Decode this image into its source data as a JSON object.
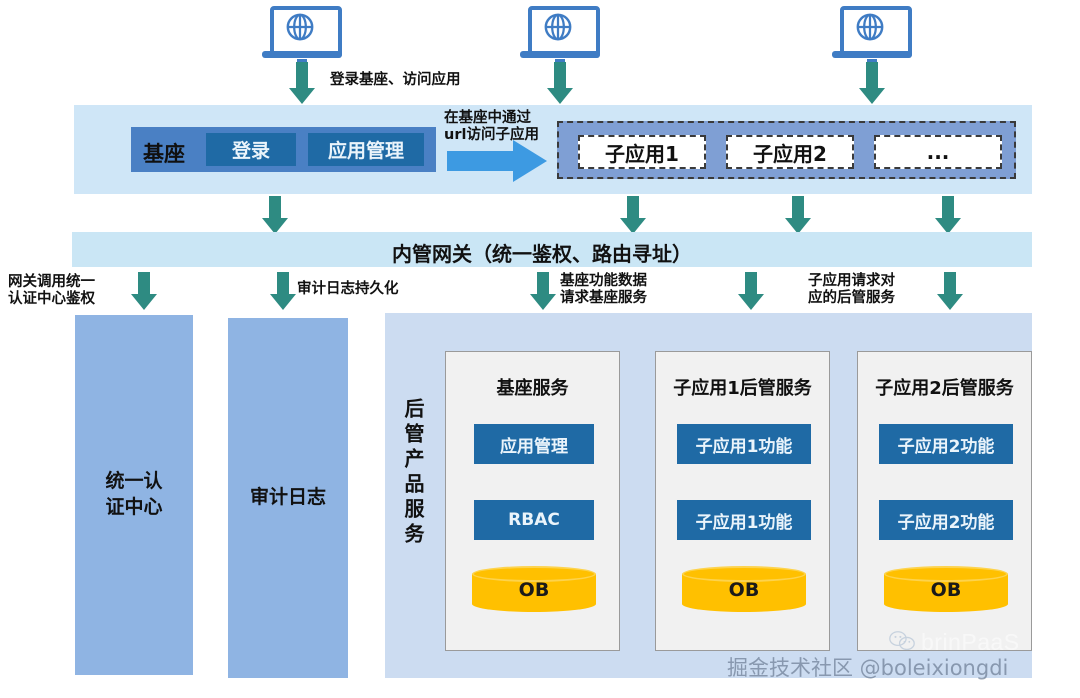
{
  "diagram": {
    "clients": [
      {
        "icon": "laptop-globe-icon"
      },
      {
        "icon": "laptop-globe-icon"
      },
      {
        "icon": "laptop-globe-icon"
      }
    ],
    "top_flow_label": "登录基座、访问应用",
    "base_band": {
      "base_label": "基座",
      "buttons": [
        {
          "label": "登录"
        },
        {
          "label": "应用管理"
        }
      ],
      "url_note_line1": "在基座中通过",
      "url_note_line2": "url访问子应用",
      "subapps": [
        {
          "label": "子应用1"
        },
        {
          "label": "子应用2"
        },
        {
          "label": "..."
        }
      ]
    },
    "gateway": {
      "title": "内管网关（统一鉴权、路由寻址）"
    },
    "gateway_notes": [
      {
        "line1": "网关调用统一",
        "line2": "认证中心鉴权"
      },
      {
        "line1": "审计日志持久化",
        "line2": ""
      },
      {
        "line1": "基座功能数据",
        "line2": "请求基座服务"
      },
      {
        "line1": "子应用请求对",
        "line2": "应的后管服务"
      }
    ],
    "columns": [
      {
        "label_line1": "统一认",
        "label_line2": "证中心"
      },
      {
        "label_line1": "审计日志",
        "label_line2": ""
      }
    ],
    "product_panel": {
      "vertical_label": "后管产品服务",
      "cards": [
        {
          "title": "基座服务",
          "items": [
            {
              "label": "应用管理"
            },
            {
              "label": "RBAC"
            }
          ],
          "db": {
            "label": "OB",
            "icon": "database-cylinder-icon"
          }
        },
        {
          "title": "子应用1后管服务",
          "items": [
            {
              "label": "子应用1功能"
            },
            {
              "label": "子应用1功能"
            }
          ],
          "db": {
            "label": "OB",
            "icon": "database-cylinder-icon"
          }
        },
        {
          "title": "子应用2后管服务",
          "items": [
            {
              "label": "子应用2功能"
            },
            {
              "label": "子应用2功能"
            }
          ],
          "db": {
            "label": "OB",
            "icon": "database-cylinder-icon"
          }
        }
      ]
    },
    "watermarks": {
      "community": "掘金技术社区 @boleixiongdi",
      "brand": "brinPaaS",
      "brand_icon": "wechat-icon"
    },
    "colors": {
      "band_top": "#cfe6f7",
      "band_gateway": "#cae6f5",
      "base_bar": "#4a80c4",
      "button_blue": "#1f6aa5",
      "arrow_teal": "#2e8b82",
      "arrow_blue": "#3d9ae2",
      "column_blue": "#8fb4e3",
      "panel_light": "#ccdcf1",
      "card_gray": "#f1f1f1",
      "db_amber": "#ffc000",
      "subapp_group": "#7f9fd4"
    }
  }
}
